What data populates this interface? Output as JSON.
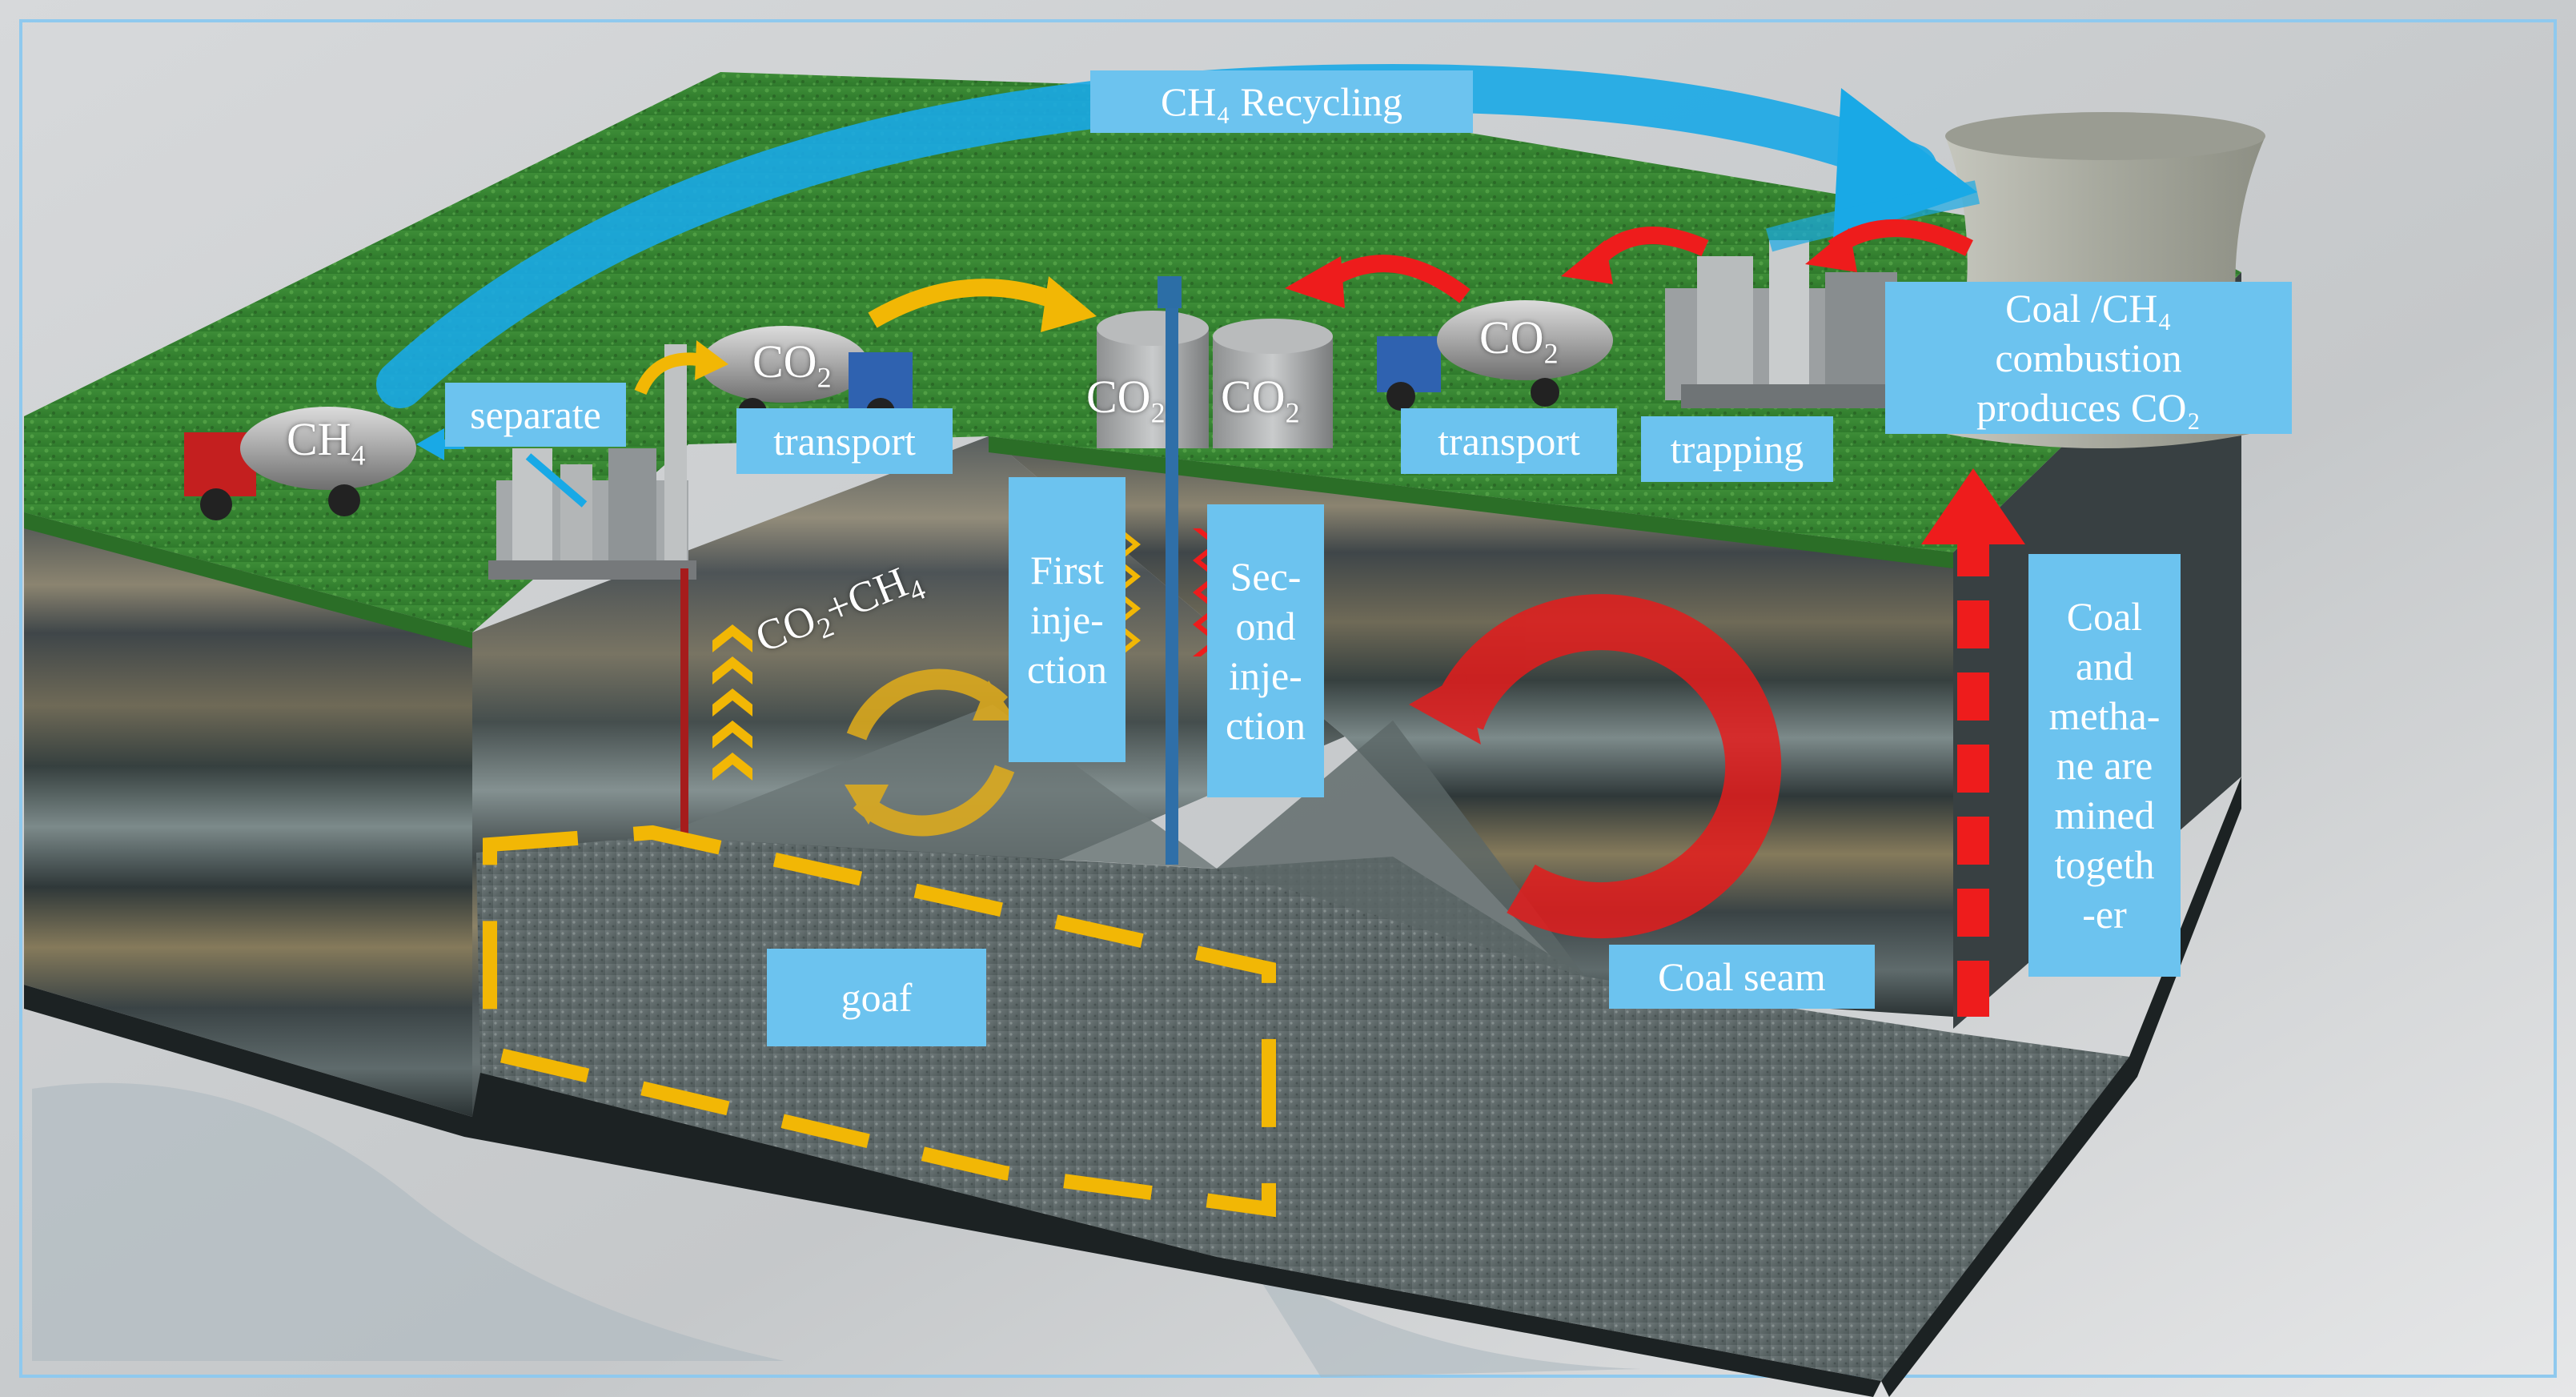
{
  "labels": {
    "ch4_recycling": "CH₄ Recycling",
    "separate": "separate",
    "transport_left": "transport",
    "transport_right": "transport",
    "trapping": "trapping",
    "combustion": "Coal /CH₄\ncombustion\nproduces CO₂",
    "first_injection": "First\ninje-\nction",
    "second_injection": "Sec-\nond\ninje-\nction",
    "coal_methane_mined": "Coal\nand\nmetha-\nne are\nmined\ntogeth\n-er",
    "coal_seam": "Coal seam",
    "goaf": "goaf"
  },
  "vessel_labels": {
    "ch4_tank_gas": "CH",
    "ch4_tank_sub": "4",
    "co2_tank_left_gas": "CO",
    "co2_tank_left_sub": "2",
    "co2_tank_right_gas": "CO",
    "co2_tank_right_sub": "2",
    "silo_left_gas": "CO",
    "silo_left_sub": "2",
    "silo_right_gas": "CO",
    "silo_right_sub": "2",
    "mix_co2": "CO",
    "mix_co2_sub": "2",
    "mix_plus": "+CH",
    "mix_ch4_sub": "4"
  },
  "colors": {
    "label_bg": "#6cc3ef",
    "recycle_arrow": "#19a9e6",
    "co2_arrow_yellow": "#f2b705",
    "co2_arrow_red": "#ee1c1c",
    "grass": "#3f8f3a",
    "rock": "#4f585a",
    "coal_seam": "#5d6a6c"
  }
}
